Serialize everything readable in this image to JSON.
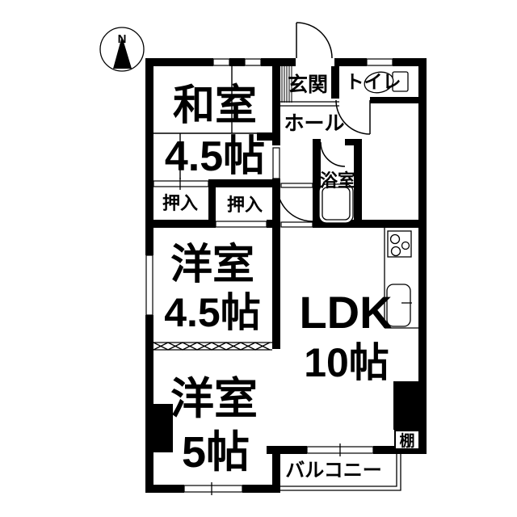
{
  "floorplan": {
    "compass": {
      "label": "N"
    },
    "rooms": {
      "washitsu": {
        "name": "和室",
        "size": "4.5帖"
      },
      "genkan": {
        "name": "玄関"
      },
      "toilet": {
        "name": "トイレ"
      },
      "hall": {
        "name": "ホール"
      },
      "bath": {
        "name": "浴室"
      },
      "oshiire_left": {
        "name": "押入"
      },
      "oshiire_right": {
        "name": "押入"
      },
      "youshitsu45": {
        "name": "洋室",
        "size": "4.5帖"
      },
      "ldk": {
        "name": "LDK",
        "size": "10帖"
      },
      "youshitsu5": {
        "name": "洋室",
        "size": "5帖"
      },
      "balcony": {
        "name": "バルコニー"
      },
      "shelf": {
        "name": "棚"
      }
    },
    "colors": {
      "wall": "#000000",
      "background": "#ffffff"
    }
  }
}
